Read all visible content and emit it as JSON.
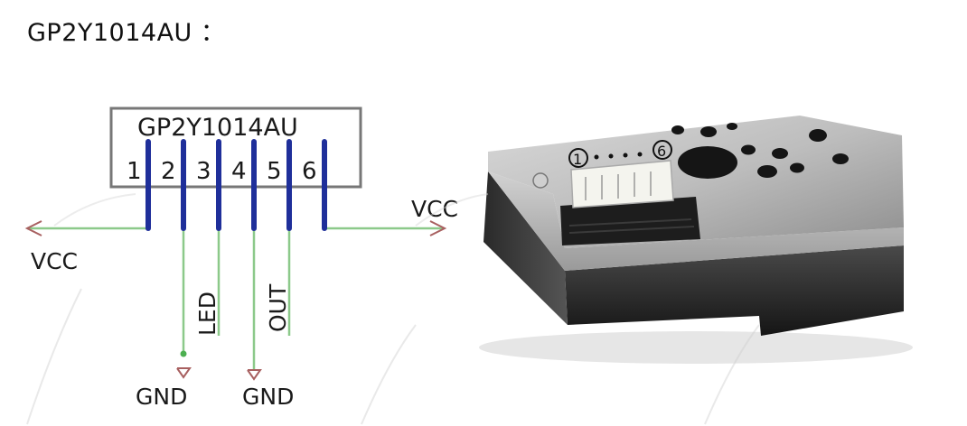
{
  "page": {
    "title": "GP2Y1014AU ："
  },
  "schematic": {
    "chip_label": "GP2Y1014AU",
    "pins": [
      "1",
      "2",
      "3",
      "4",
      "5",
      "6"
    ],
    "labels": {
      "vcc_left": "VCC",
      "vcc_right": "VCC",
      "led": "LED",
      "out": "OUT",
      "gnd_left": "GND",
      "gnd_right": "GND"
    }
  },
  "photo": {
    "pin_start": "1",
    "pin_end": "6"
  },
  "colors": {
    "pin": "#1f2f9a",
    "wire": "#8cc98a",
    "arrow": "#a86060",
    "box": "#777777"
  }
}
